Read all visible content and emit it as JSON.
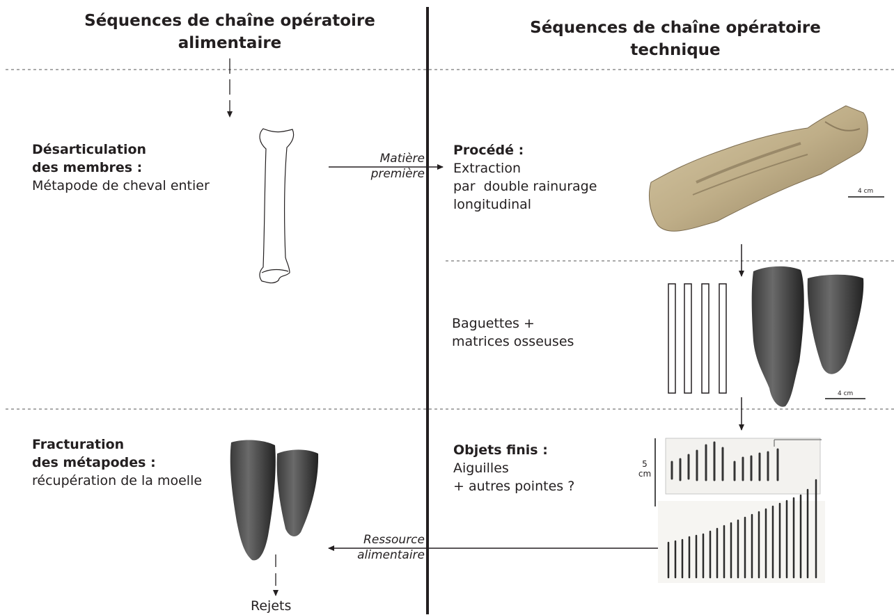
{
  "columns": {
    "left_title_line1": "Séquences de chaîne opératoire",
    "left_title_line2": "alimentaire",
    "right_title_line1": "Séquences de chaîne opératoire",
    "right_title_line2": "technique"
  },
  "left": {
    "step1_bold_line1": "Désarticulation",
    "step1_bold_line2": "des membres :",
    "step1_text": "Métapode de cheval entier",
    "step2_bold_line1": "Fracturation",
    "step2_bold_line2": "des métapodes :",
    "step2_text": "récupération de la moelle",
    "final": "Rejets"
  },
  "arrows": {
    "raw_material_line1": "Matière",
    "raw_material_line2": "première",
    "food_resource_line1": "Ressource",
    "food_resource_line2": "alimentaire"
  },
  "right": {
    "process_bold": "Procédé :",
    "process_line1": "Extraction",
    "process_line2": "par  double rainurage",
    "process_line3": "longitudinal",
    "blanks_line1": "Baguettes +",
    "blanks_line2": "matrices osseuses",
    "finished_bold": "Objets finis :",
    "finished_line1": "Aiguilles",
    "finished_line2": "+ autres pointes ?"
  },
  "scales": {
    "bone_scale": "4 cm",
    "matrix_scale": "4 cm",
    "needle_scale_value": "5",
    "needle_scale_unit": "cm"
  }
}
